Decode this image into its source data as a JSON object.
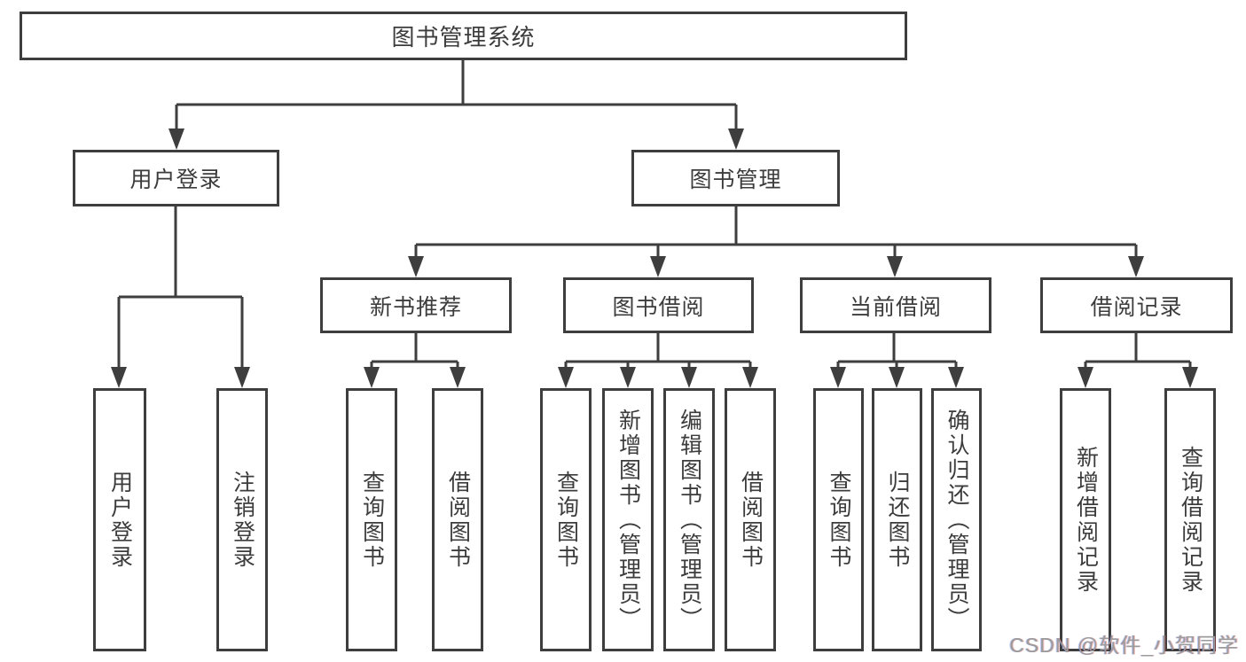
{
  "diagram": {
    "title": "图书管理系统",
    "root": {
      "label": "图书管理系统"
    },
    "level2": [
      {
        "label": "用户登录"
      },
      {
        "label": "图书管理"
      }
    ],
    "level3": [
      {
        "label": "新书推荐"
      },
      {
        "label": "图书借阅"
      },
      {
        "label": "当前借阅"
      },
      {
        "label": "借阅记录"
      }
    ],
    "leaves": [
      {
        "label": "用户登录"
      },
      {
        "label": "注销登录"
      },
      {
        "label": "查询图书"
      },
      {
        "label": "借阅图书"
      },
      {
        "label": "查询图书"
      },
      {
        "label": "新增图书（管理员）"
      },
      {
        "label": "编辑图书（管理员）"
      },
      {
        "label": "借阅图书"
      },
      {
        "label": "查询图书"
      },
      {
        "label": "归还图书"
      },
      {
        "label": "确认归还（管理员）"
      },
      {
        "label": "新增借阅记录"
      },
      {
        "label": "查询借阅记录"
      }
    ]
  },
  "watermark": {
    "text": "CSDN @软件_小贺同学"
  },
  "colors": {
    "line": "#3e3e3e",
    "text": "#3c3c3c",
    "watermark_text": "#9b9b9b",
    "background": "#ffffff"
  }
}
